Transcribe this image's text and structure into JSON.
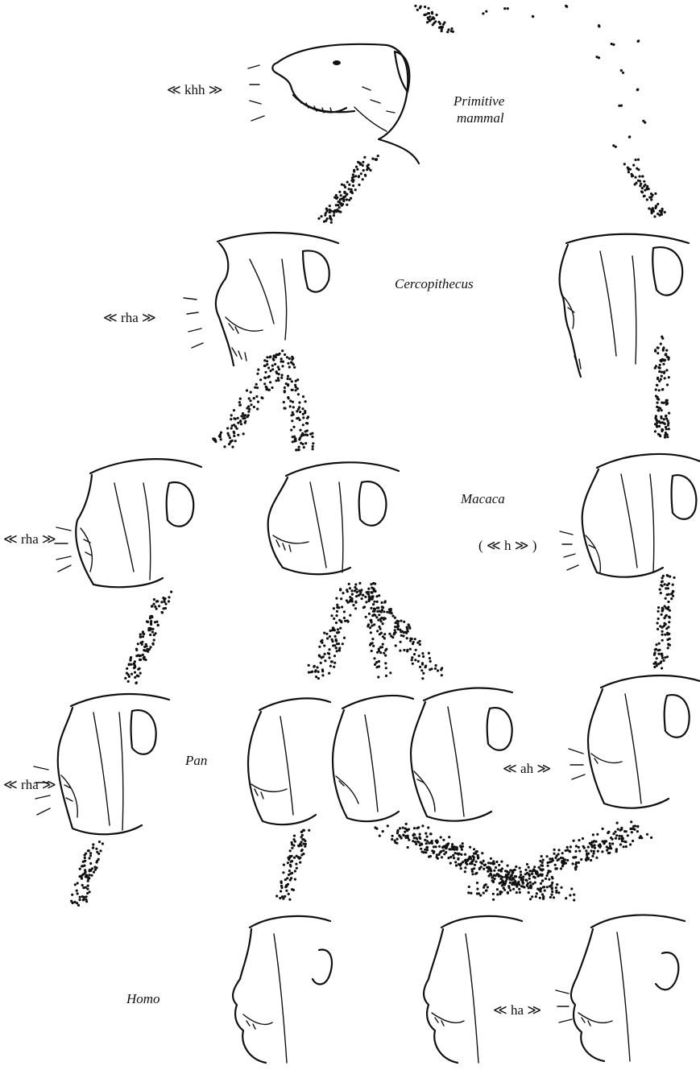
{
  "figure": {
    "taxa": {
      "primitive_mammal_line1": "Primitive",
      "primitive_mammal_line2": "mammal",
      "cercopithecus": "Cercopithecus",
      "macaca": "Macaca",
      "pan": "Pan",
      "homo": "Homo"
    },
    "vocalizations": {
      "primitive_mammal": "≪ khh ≫",
      "cercopithecus": "≪ rha ≫",
      "macaca_left": "≪ rha ≫",
      "macaca_right": "( ≪ h ≫ )",
      "pan_left": "≪ rha ≫",
      "pan_right": "≪ ah ≫",
      "homo": "≪ ha ≫"
    }
  }
}
